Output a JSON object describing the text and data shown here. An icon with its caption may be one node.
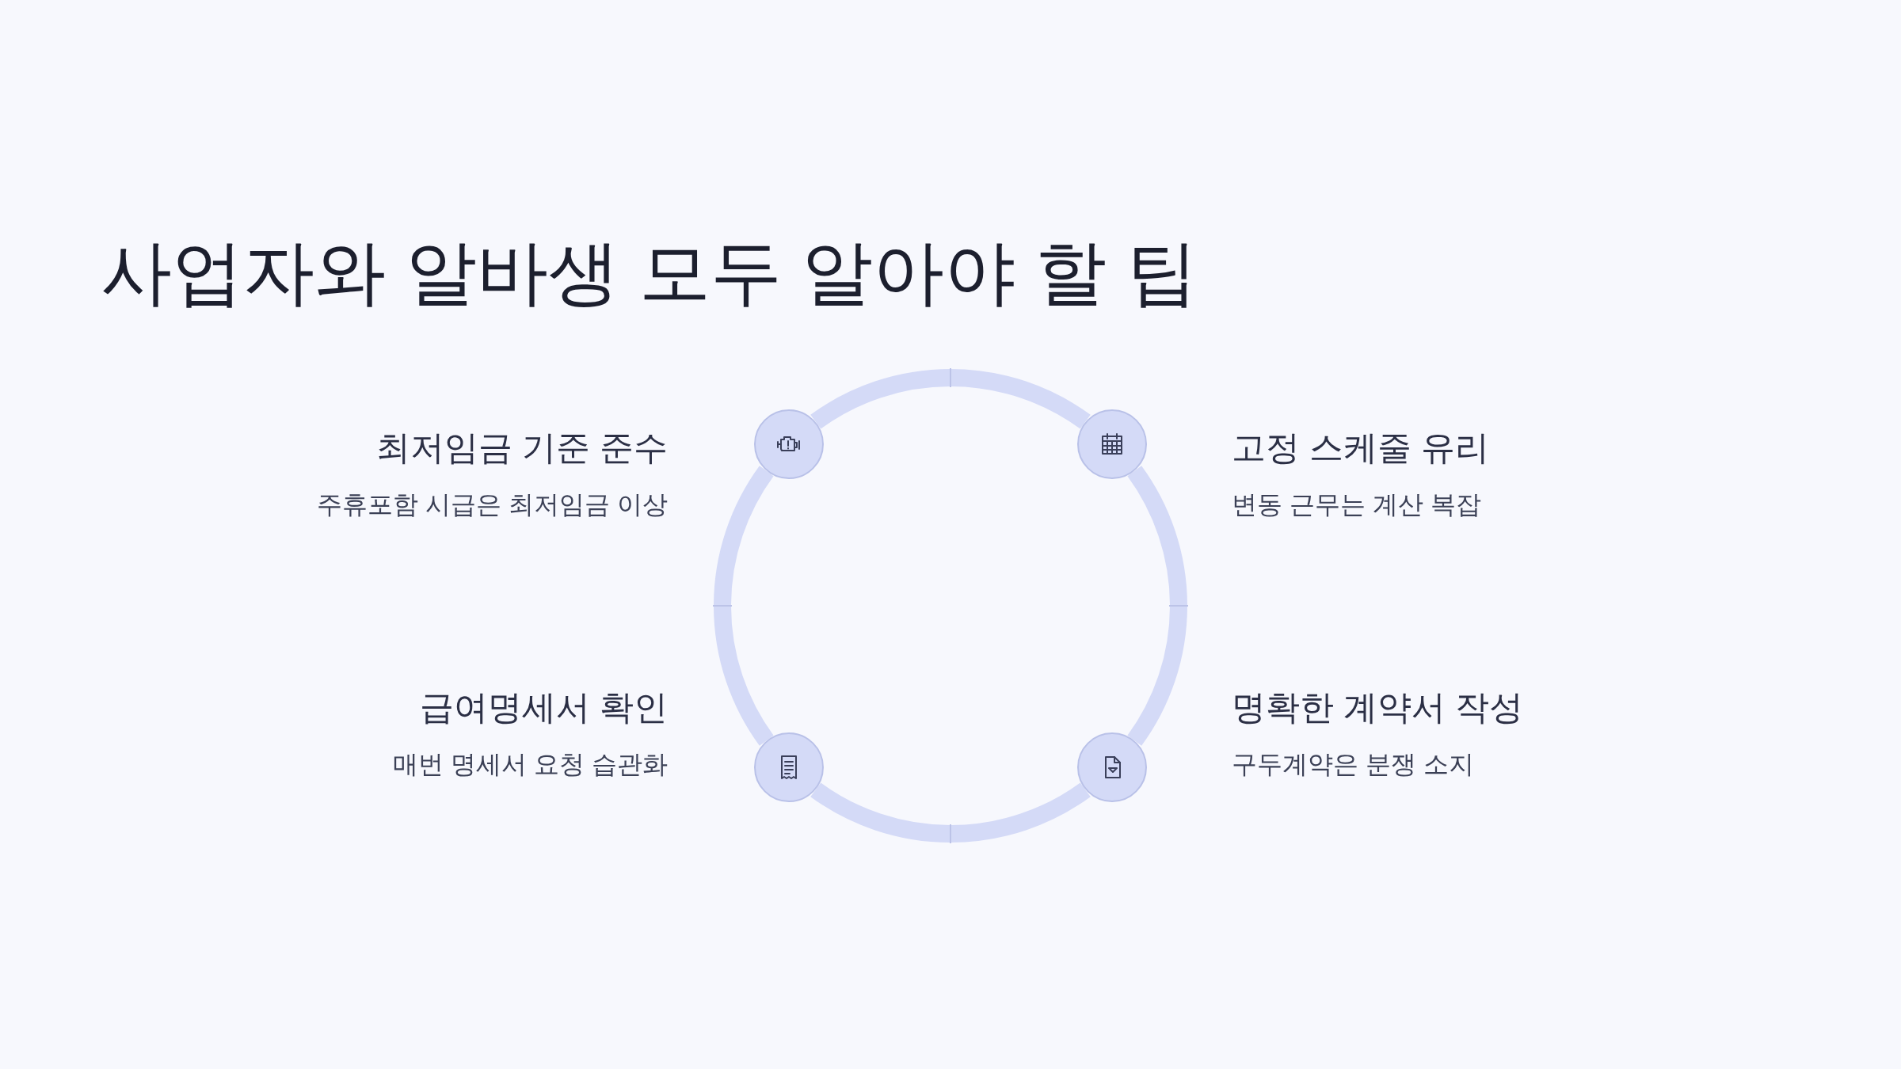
{
  "diagram": {
    "title": "사업자와 알바생 모두 알아야 할 팁",
    "nodes": [
      {
        "text": [],
        "shape": "circle",
        "beside": [
          "최저임금 기준 준수",
          "주휴포함 시급은 최저임금 이상"
        ]
      },
      {
        "text": [],
        "shape": "circle",
        "beside": [
          "고정 스케줄 유리",
          "변동 근무는 계산 복잡"
        ]
      },
      {
        "text": [],
        "shape": "circle",
        "beside": [
          "급여명세서 확인",
          "매번 명세서 요청 습관화"
        ]
      },
      {
        "text": [],
        "shape": "circle",
        "beside": [
          "명확한 계약서 작성",
          "구두계약은 분쟁 소지"
        ]
      }
    ],
    "edges": [
      {
        "from": 0,
        "to": 1,
        "arrow": "none"
      },
      {
        "from": 1,
        "to": 3,
        "arrow": "none"
      },
      {
        "from": 3,
        "to": 2,
        "arrow": "none"
      },
      {
        "from": 2,
        "to": 0,
        "arrow": "none"
      }
    ]
  }
}
